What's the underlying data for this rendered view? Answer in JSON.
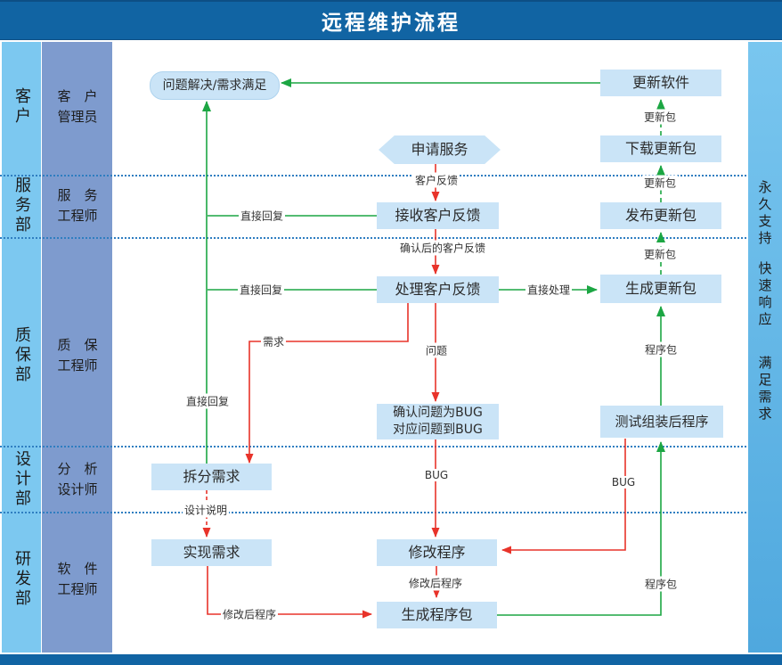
{
  "title": "远程维护流程",
  "sidebar_left": {
    "rows": [
      {
        "dept": "客户",
        "role1": "客　户",
        "role2": "管理员"
      },
      {
        "dept": "服务部",
        "role1": "服　务",
        "role2": "工程师"
      },
      {
        "dept": "质保部",
        "role1": "质　保",
        "role2": "工程师"
      },
      {
        "dept": "设计部",
        "role1": "分　析",
        "role2": "设计师"
      },
      {
        "dept": "研发部",
        "role1": "软　件",
        "role2": "工程师"
      }
    ]
  },
  "sidebar_right": {
    "slogans": [
      "永久支持",
      "快速响应",
      "满足需求"
    ]
  },
  "nodes": {
    "resolved": "问题解决/需求满足",
    "update_software": "更新软件",
    "request_service": "申请服务",
    "download_update": "下载更新包",
    "receive_feedback": "接收客户反馈",
    "publish_update": "发布更新包",
    "process_feedback": "处理客户反馈",
    "generate_update": "生成更新包",
    "confirm_bug_line1": "确认问题为BUG",
    "confirm_bug_line2": "对应问题到BUG",
    "test_program": "测试组装后程序",
    "split_requirement": "拆分需求",
    "implement_requirement": "实现需求",
    "modify_program": "修改程序",
    "generate_package": "生成程序包"
  },
  "edge_labels": {
    "customer_feedback": "客户反馈",
    "update_package": "更新包",
    "direct_reply": "直接回复",
    "direct_handle": "直接处理",
    "confirmed_feedback": "确认后的客户反馈",
    "requirement": "需求",
    "issue": "问题",
    "program_package": "程序包",
    "bug": "BUG",
    "design_spec": "设计说明",
    "modified_program": "修改后程序"
  },
  "colors": {
    "header": "#1164a3",
    "dept_column": "#7cc8f0",
    "role_column": "#7e9bce",
    "right_sidebar": "#5fb6e8",
    "node_fill": "#cae4f7",
    "arrow_green": "#1ca643",
    "arrow_red": "#e8332a",
    "lane_divider": "#2f7ec1"
  }
}
